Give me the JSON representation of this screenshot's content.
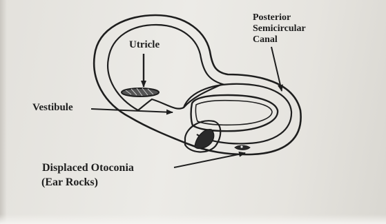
{
  "labels": {
    "utricle": "Utricle",
    "posterior_line1": "Posterior",
    "posterior_line2": "Semicircular",
    "posterior_line3": "Canal",
    "vestibule": "Vestibule",
    "otoconia_line1": "Displaced Otoconia",
    "otoconia_line2": "(Ear Rocks)"
  },
  "colors": {
    "ink": "#1e1e1e",
    "paper": "#ecebe7"
  }
}
